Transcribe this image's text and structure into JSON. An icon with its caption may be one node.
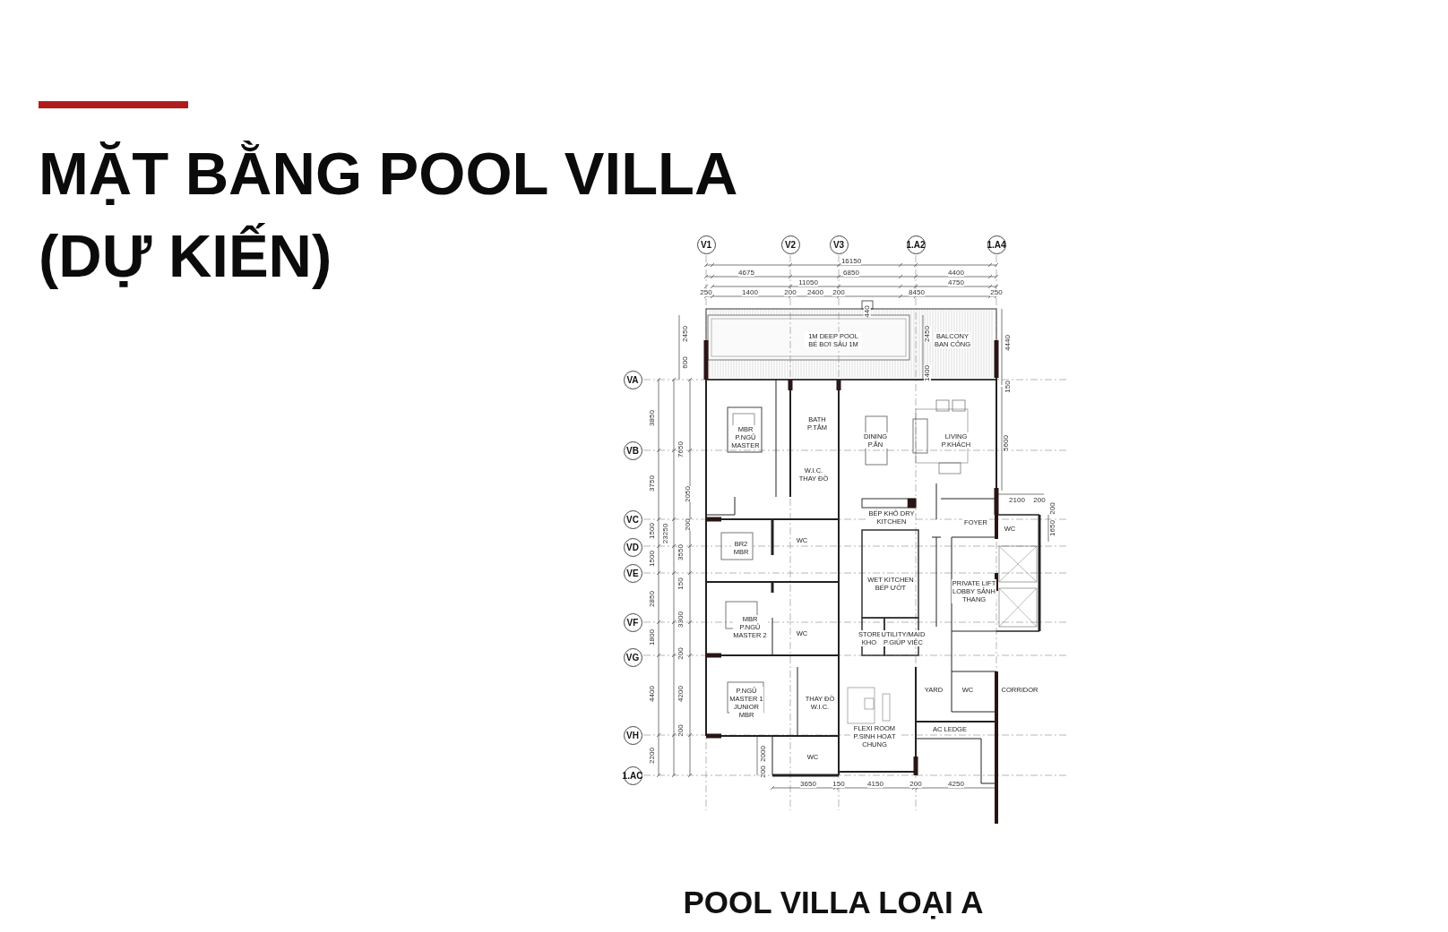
{
  "diagram": {
    "title": "MẶT BẰNG POOL VILLA (DỰ KIẾN)",
    "caption": "POOL VILLA LOẠI A",
    "labels": [
      "V1",
      "V2",
      "V3",
      "1.A2",
      "1.A4",
      "16150",
      "4675",
      "6850",
      "4400",
      "11050",
      "4750",
      "250",
      "1400",
      "200",
      "2400",
      "200",
      "8450",
      "250",
      "440",
      "2450",
      "1M DEEP POOL BỂ BƠI SÂU 1M",
      "2450",
      "BALCONY BAN CÔNG",
      "4440",
      "600",
      "VA",
      "1400",
      "150",
      "3850",
      "VB",
      "7650",
      "MBR P.NGỦ MASTER",
      "BATH P.TẮM",
      "DINING P.ĂN",
      "LIVING P.KHÁCH",
      "5600",
      "3750",
      "W.I.C. THAY ĐỒ",
      "2050",
      "VC",
      "200",
      "2100",
      "200",
      "BẾP KHÔ DRY KITCHEN",
      "200",
      "1500",
      "23250",
      "FOYER",
      "WC",
      "1650",
      "VD",
      "BR2 MBR",
      "WC",
      "1500",
      "3550",
      "VE",
      "150",
      "2850",
      "WET KITCHEN BẾP ƯỚT",
      "PRIVATE LIFT LOBBY SẢNH THANG",
      "VF",
      "3300",
      "1800",
      "MBR P.NGỦ MASTER 2",
      "WC",
      "STORE KHO",
      "UTILITY/MAID P.GIÚP VIỆC",
      "VG",
      "200",
      "4400",
      "4200",
      "P.NGỦ MASTER 1 JUNIOR MBR",
      "THAY ĐỒ W.I.C.",
      "YARD",
      "WC",
      "CORRIDOR",
      "VH",
      "200",
      "FLEXI ROOM P.SINH HOẠT CHUNG",
      "AC LEDGE",
      "2200",
      "2000",
      "WC",
      "1.AC",
      "200",
      "3650",
      "150",
      "4150",
      "200",
      "4250"
    ]
  }
}
